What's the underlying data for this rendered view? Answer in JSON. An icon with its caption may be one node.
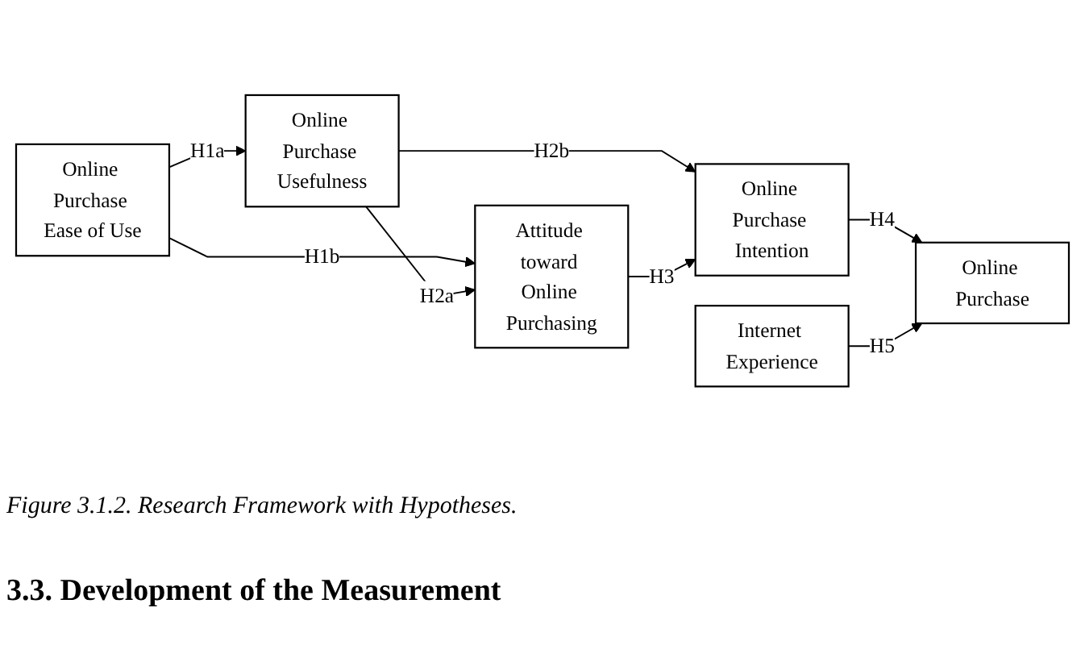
{
  "diagram": {
    "caption": "Figure 3.1.2. Research Framework with Hypotheses.",
    "nodes": [
      {
        "text": [
          "Online Purchase Usefulness"
        ]
      },
      {
        "text": [
          "Online Purchase Ease of Use"
        ]
      },
      {
        "text": [
          "Attitude toward Online Purchasing"
        ]
      },
      {
        "text": [
          "Internet Experience"
        ]
      },
      {
        "text": [
          "Online Purchase Intention"
        ]
      },
      {
        "text": [
          "Online Purchase"
        ]
      }
    ],
    "edges": [
      {
        "from": 1,
        "to": 0,
        "arrow": "to",
        "label": "H1a"
      },
      {
        "from": 1,
        "to": 2,
        "arrow": "to",
        "label": "H1b"
      },
      {
        "from": 0,
        "to": 2,
        "arrow": "to",
        "label": "H2a"
      },
      {
        "from": 0,
        "to": 4,
        "arrow": "to",
        "label": "H2b"
      },
      {
        "from": 2,
        "to": 4,
        "arrow": "to",
        "label": "H3"
      },
      {
        "from": 4,
        "to": 5,
        "arrow": "to",
        "label": "H4"
      },
      {
        "from": 3,
        "to": 5,
        "arrow": "to",
        "label": "H5"
      }
    ],
    "labels": [
      "3.3. Development of the Measurement"
    ]
  }
}
